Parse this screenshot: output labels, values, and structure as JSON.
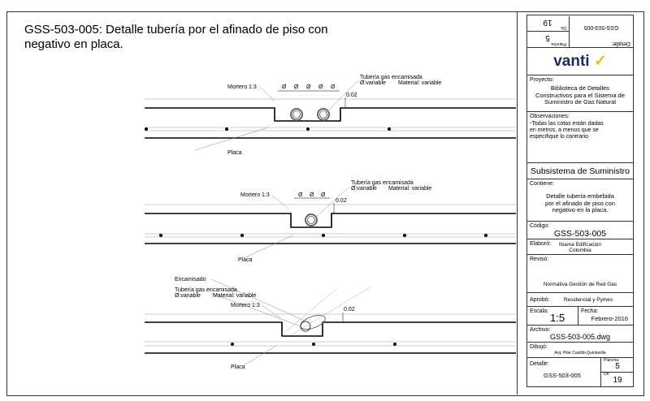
{
  "title": {
    "line1": "GSS-503-005:  Detalle tubería por el afinado de piso con",
    "line2": "negativo en placa."
  },
  "drawing1": {
    "mortero": "Mortero 1:3",
    "tuberia": "Tubería gas encamisada",
    "diam": "Ø:variable",
    "material": "Material: variable",
    "phi": "Ø",
    "dim": "0.02",
    "placa": "Placa"
  },
  "drawing2": {
    "mortero": "Mortero 1:3",
    "tuberia": "Tubería gas encamisada",
    "diam": "Ø:variable",
    "material": "Material: variable",
    "phi": "Ø",
    "dim": "0.02",
    "placa": "Placa"
  },
  "drawing3": {
    "encamisado": "Encamisado",
    "mortero": "Mortero 1:3",
    "tuberia": "Tubería gas encamisada",
    "diam": "Ø:variable",
    "material": "Material: variable",
    "dim": "0.02",
    "placa": "Placa"
  },
  "titleblock": {
    "header": {
      "de_label": "De:",
      "de": "19",
      "plancha_label": "Plancha:",
      "plancha": "5",
      "detalle_label": "Detalle:",
      "detalle": "GSS-503-005"
    },
    "logo": "vanti",
    "proyecto_label": "Proyecto:",
    "proyecto": "Biblioteca de Detalles Constructivos para el Sistema de Suministro de Gas Natural",
    "observaciones_label": "Observaciones:",
    "observaciones": "-Todas las cotas están dadas en metros, a menos que se especifique lo contrario",
    "subsistema": "Subsistema de Suministro",
    "contiene_label": "Contiene:",
    "contiene": "Detalle tubería embebida por el afinado de piso con negativo en la placa.",
    "codigo_label": "Código:",
    "codigo": "GSS-503-005",
    "elaboro_label": "Elaboró:",
    "elaboro": "Nueva Edificación Colombia",
    "reviso_label": "Revisó:",
    "reviso": "Normativa Gestión de Red Gas",
    "aprobo_label": "Aprobó:",
    "aprobo": "Residencial y Pymes",
    "escala_label": "Escala:",
    "escala": "1:5",
    "fecha_label": "Fecha:",
    "fecha": "Febrero-2016",
    "archivo_label": "Archivo:",
    "archivo": "GSS-503-005.dwg",
    "dibujo_label": "Dibujó:",
    "dibujo": "Arq. Pilar Castillo Quintanilla",
    "detalle_label": "Detalle:",
    "detalle": "GSS-503-005",
    "plancha_label": "Plancha:",
    "plancha": "5",
    "de_label": "De:",
    "de": "19"
  },
  "colors": {
    "logo_text": "#1b2a5c",
    "logo_check": "#f5b800"
  }
}
